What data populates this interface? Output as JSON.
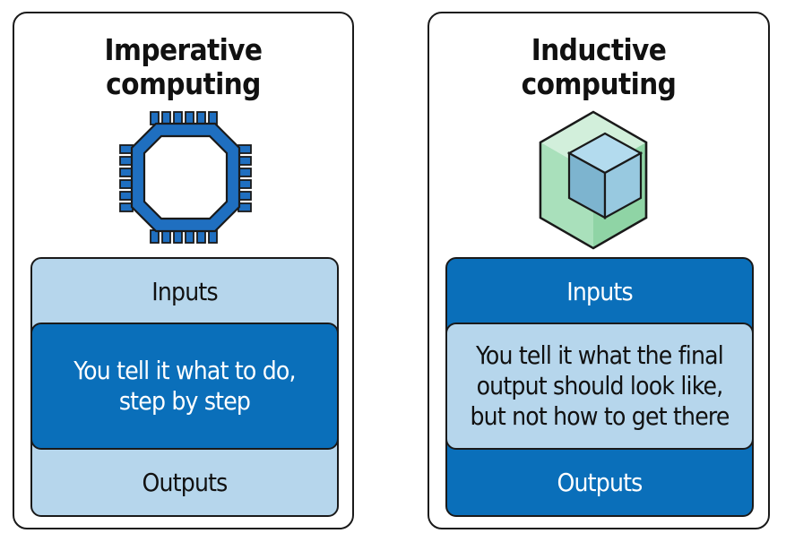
{
  "panels": [
    {
      "title": "Imperative\ncomputing",
      "icon": "cpu-chip-icon",
      "inputs": "Inputs",
      "middle": "You tell it what to do,\nstep by step",
      "outputs": "Outputs"
    },
    {
      "title": "Inductive\ncomputing",
      "icon": "nested-cube-hexagon-icon",
      "inputs": "Inputs",
      "middle": "You tell it what the final\noutput should look like,\nbut not how to get there",
      "outputs": "Outputs"
    }
  ],
  "colors": {
    "dark_blue": "#0a6fba",
    "light_blue": "#b6d6ec",
    "chip_blue": "#1f6fc0",
    "cube_green": "#8fd4a5",
    "cube_blue": "#8ec3dc",
    "border": "#1a1a1a"
  }
}
